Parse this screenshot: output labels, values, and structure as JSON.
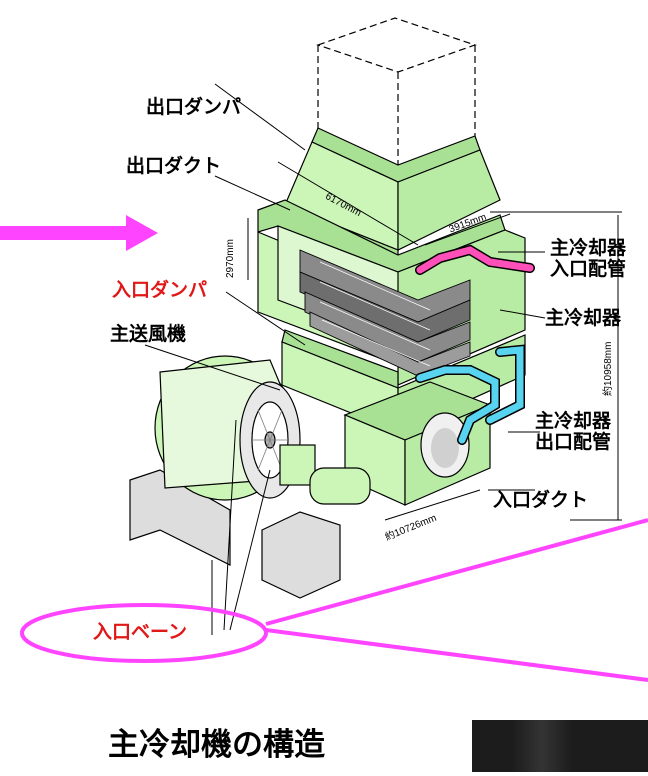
{
  "labels": {
    "outlet_damper": "出口ダンパ",
    "outlet_duct": "出口ダクト",
    "inlet_damper": "入口ダンパ",
    "main_fan": "主送風機",
    "cooler_inlet_pipe_l1": "主冷却器",
    "cooler_inlet_pipe_l2": "入口配管",
    "main_cooler": "主冷却器",
    "cooler_outlet_pipe_l1": "主冷却器",
    "cooler_outlet_pipe_l2": "出口配管",
    "inlet_duct": "入口ダクト",
    "inlet_vane": "入口ベーン"
  },
  "dimensions": {
    "width_6170": "6170mm",
    "depth_3915": "3915mm",
    "height_2970": "2970mm",
    "height_total": "約10958mm",
    "length_total": "約10726mm"
  },
  "title": "主冷却機の構造",
  "colors": {
    "structure_green": "#ccf5b8",
    "structure_green_dark": "#a8e094",
    "highlight_magenta": "#ff44ff",
    "inlet_pipe_pink": "#ff4fb8",
    "outlet_pipe_cyan": "#59d4f0",
    "label_red": "#e01818",
    "base_gray": "#d8d8d8"
  },
  "icons": {
    "arrow": "magenta-right-arrow",
    "ellipse": "magenta-highlight-ellipse"
  }
}
